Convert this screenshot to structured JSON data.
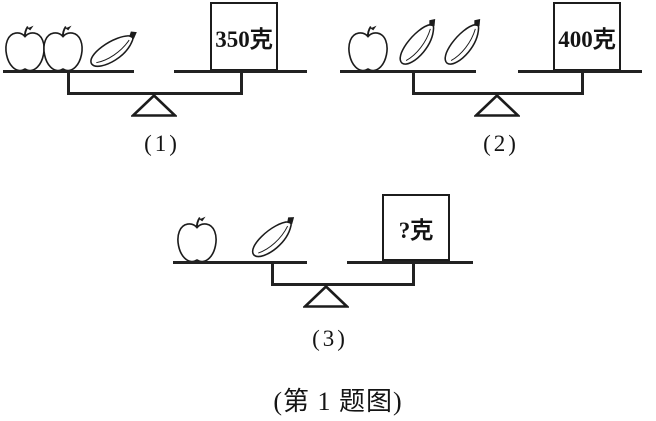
{
  "caption": "(第 1 题图)",
  "colors": {
    "line": "#1c1c1c",
    "background": "#ffffff"
  },
  "scales": [
    {
      "label": "(1)",
      "left_pan_items": [
        "apple",
        "apple",
        "banana"
      ],
      "left_pan": {
        "apples": 2,
        "bananas": 1
      },
      "weight_label": "350克"
    },
    {
      "label": "(2)",
      "left_pan_items": [
        "apple",
        "banana",
        "banana"
      ],
      "left_pan": {
        "apples": 1,
        "bananas": 2
      },
      "weight_label": "400克"
    },
    {
      "label": "(3)",
      "left_pan_items": [
        "apple",
        "banana"
      ],
      "left_pan": {
        "apples": 1,
        "bananas": 1
      },
      "weight_label": "?克"
    }
  ]
}
